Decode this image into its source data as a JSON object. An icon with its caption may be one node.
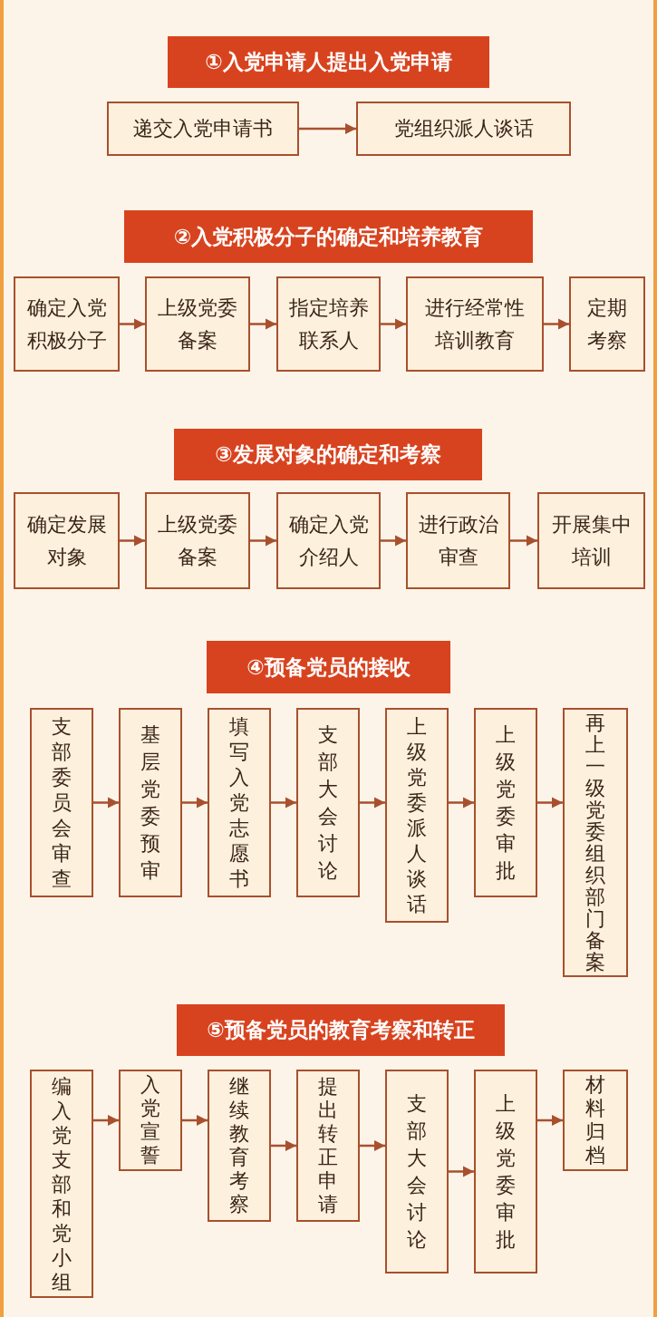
{
  "diagram": {
    "nodes": [
      {
        "text": [
          "①入党申请人提出入党申请"
        ]
      },
      {
        "text": [
          "递交入党申请书"
        ]
      },
      {
        "text": [
          "党组织派人谈话"
        ]
      },
      {
        "text": [
          "②入党积极分子的确定和培养教育"
        ]
      },
      {
        "text": [
          "确定入党积极分子"
        ]
      },
      {
        "text": [
          "上级党委备案"
        ]
      },
      {
        "text": [
          "指定培养联系人"
        ]
      },
      {
        "text": [
          "进行经常性培训教育"
        ]
      },
      {
        "text": [
          "定期考察"
        ]
      },
      {
        "text": [
          "③发展对象的确定和考察"
        ]
      },
      {
        "text": [
          "确定发展对象"
        ]
      },
      {
        "text": [
          "上级党委备案"
        ]
      },
      {
        "text": [
          "确定入党介绍人"
        ]
      },
      {
        "text": [
          "进行政治审查"
        ]
      },
      {
        "text": [
          "开展集中培训"
        ]
      },
      {
        "text": [
          "④预备党员的接收"
        ]
      },
      {
        "text": [
          "支部委员会审查"
        ]
      },
      {
        "text": [
          "基层党委预审"
        ]
      },
      {
        "text": [
          "填写入党志愿书"
        ]
      },
      {
        "text": [
          "支部大会讨论"
        ]
      },
      {
        "text": [
          "上级党委派人谈话"
        ]
      },
      {
        "text": [
          "上级党委审批"
        ]
      },
      {
        "text": [
          "再上一级党委组织部门备案"
        ]
      },
      {
        "text": [
          "⑤预备党员的教育考察和转正"
        ]
      },
      {
        "text": [
          "编入党支部和党小组"
        ]
      },
      {
        "text": [
          "入党宣誓"
        ]
      },
      {
        "text": [
          "继续教育考察"
        ]
      },
      {
        "text": [
          "提出转正申请"
        ]
      },
      {
        "text": [
          "支部大会讨论"
        ]
      },
      {
        "text": [
          "上级党委审批"
        ]
      },
      {
        "text": [
          "材料归档"
        ]
      }
    ],
    "edges": [
      {
        "from": 1,
        "to": 2,
        "arrow": "to"
      },
      {
        "from": 4,
        "to": 5,
        "arrow": "to"
      },
      {
        "from": 5,
        "to": 6,
        "arrow": "to"
      },
      {
        "from": 6,
        "to": 7,
        "arrow": "to"
      },
      {
        "from": 7,
        "to": 8,
        "arrow": "to"
      },
      {
        "from": 10,
        "to": 11,
        "arrow": "to"
      },
      {
        "from": 11,
        "to": 12,
        "arrow": "to"
      },
      {
        "from": 12,
        "to": 13,
        "arrow": "to"
      },
      {
        "from": 13,
        "to": 14,
        "arrow": "to"
      },
      {
        "from": 16,
        "to": 17,
        "arrow": "to"
      },
      {
        "from": 17,
        "to": 18,
        "arrow": "to"
      },
      {
        "from": 18,
        "to": 19,
        "arrow": "to"
      },
      {
        "from": 19,
        "to": 20,
        "arrow": "to"
      },
      {
        "from": 20,
        "to": 21,
        "arrow": "to"
      },
      {
        "from": 21,
        "to": 22,
        "arrow": "to"
      },
      {
        "from": 24,
        "to": 25,
        "arrow": "to"
      },
      {
        "from": 25,
        "to": 26,
        "arrow": "to"
      },
      {
        "from": 26,
        "to": 27,
        "arrow": "to"
      },
      {
        "from": 27,
        "to": 28,
        "arrow": "to"
      },
      {
        "from": 28,
        "to": 29,
        "arrow": "to"
      },
      {
        "from": 29,
        "to": 30,
        "arrow": "to"
      }
    ]
  }
}
